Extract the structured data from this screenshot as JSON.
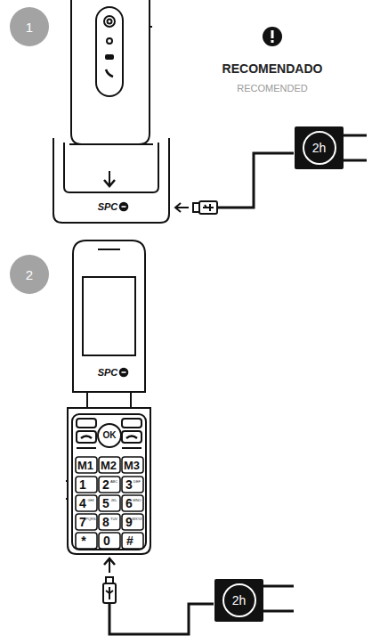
{
  "diagram": {
    "nodes": [
      {
        "text": [
          "1"
        ]
      },
      {
        "text": [
          "2h"
        ]
      },
      {
        "text": [
          "2"
        ]
      },
      {
        "text": [
          "2h"
        ]
      }
    ],
    "labels": [
      "RECOMENDADO",
      "RECOMENDED",
      "SPC",
      "SPC",
      "OK",
      "M1",
      "M2",
      "M3",
      "1",
      "2",
      "ABC",
      "3",
      "DEF",
      "4",
      "GHI",
      "5",
      "JKL",
      "6",
      "MNO",
      "7",
      "PQRS",
      "8",
      "TUV",
      "9",
      "WXYZ",
      "*",
      "0",
      "#"
    ]
  }
}
